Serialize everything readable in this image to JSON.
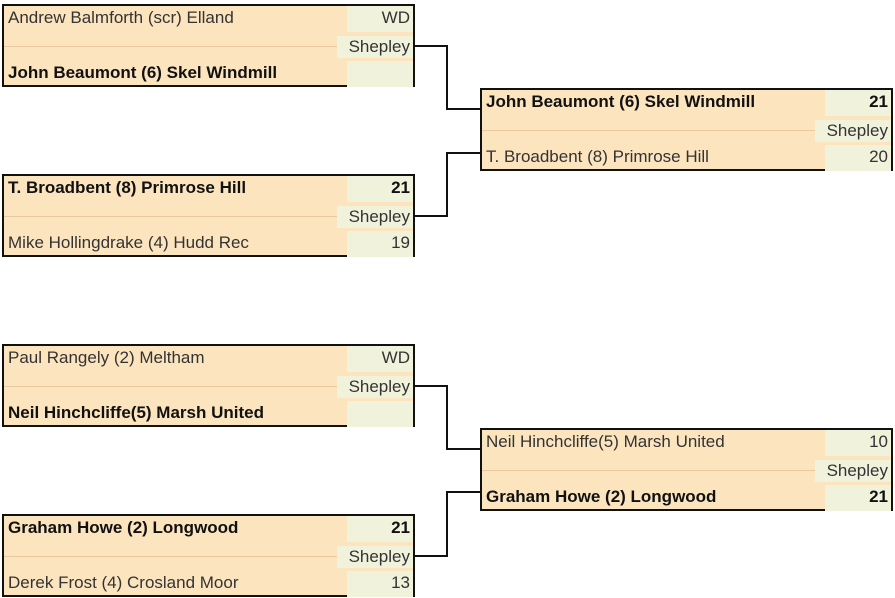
{
  "matches": [
    {
      "p1": "Andrew Balmforth (scr) Elland",
      "s1": "WD",
      "venue": "Shepley",
      "p2": "John Beaumont (6) Skel Windmill",
      "s2": "",
      "winner": 2
    },
    {
      "p1": "T. Broadbent (8) Primrose Hill",
      "s1": "21",
      "venue": "Shepley",
      "p2": "Mike Hollingdrake (4) Hudd Rec",
      "s2": "19",
      "winner": 1
    },
    {
      "p1": "John Beaumont (6) Skel Windmill",
      "s1": "21",
      "venue": "Shepley",
      "p2": "T. Broadbent (8) Primrose Hill",
      "s2": "20",
      "winner": 1
    },
    {
      "p1": "Paul Rangely (2) Meltham",
      "s1": "WD",
      "venue": "Shepley",
      "p2": "Neil Hinchcliffe(5) Marsh United",
      "s2": "",
      "winner": 2
    },
    {
      "p1": "Graham Howe (2) Longwood",
      "s1": "21",
      "venue": "Shepley",
      "p2": "Derek Frost (4) Crosland Moor",
      "s2": "13",
      "winner": 1
    },
    {
      "p1": "Neil Hinchcliffe(5) Marsh United",
      "s1": "10",
      "venue": "Shepley",
      "p2": "Graham Howe (2) Longwood",
      "s2": "21",
      "winner": 2
    }
  ]
}
